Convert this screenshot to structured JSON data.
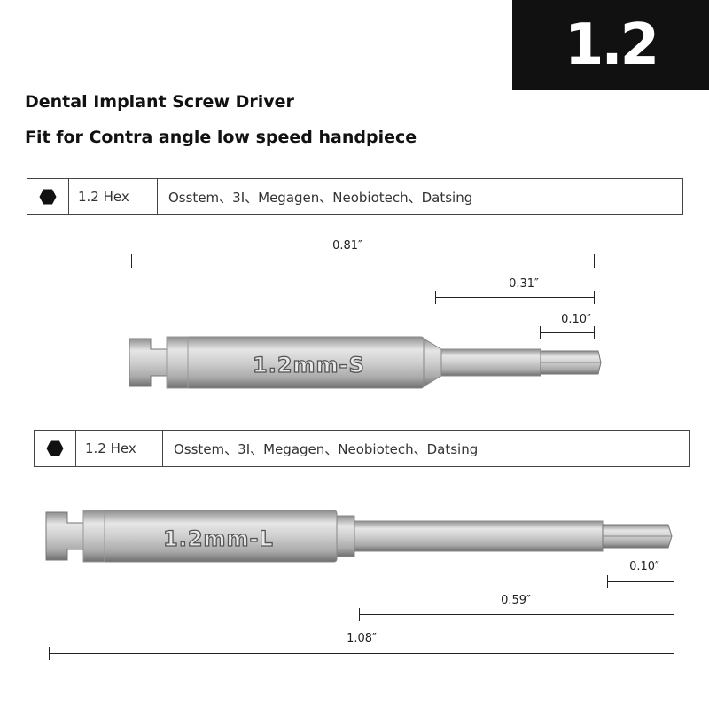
{
  "badge": {
    "text": "1.2"
  },
  "heading": {
    "line1": "Dental Implant Screw Driver",
    "line2": "Fit for Contra angle low speed handpiece"
  },
  "short_driver": {
    "spec": {
      "icon": "hexagon-icon",
      "size": "1.2 Hex",
      "brands": "Osstem、3I、Megagen、Neobiotech、Datsing"
    },
    "marking": "1.2mm-S",
    "dimensions": {
      "total": "0.81″",
      "shank": "0.31″",
      "tip": "0.10″"
    }
  },
  "long_driver": {
    "spec": {
      "icon": "hexagon-icon",
      "size": "1.2 Hex",
      "brands": "Osstem、3I、Megagen、Neobiotech、Datsing"
    },
    "marking": "1.2mm-L",
    "dimensions": {
      "tip": "0.10″",
      "shank": "0.59″",
      "total": "1.08″"
    }
  },
  "colors": {
    "badge_bg": "#111111",
    "badge_text": "#ffffff",
    "steel": "#c8c8c8"
  }
}
